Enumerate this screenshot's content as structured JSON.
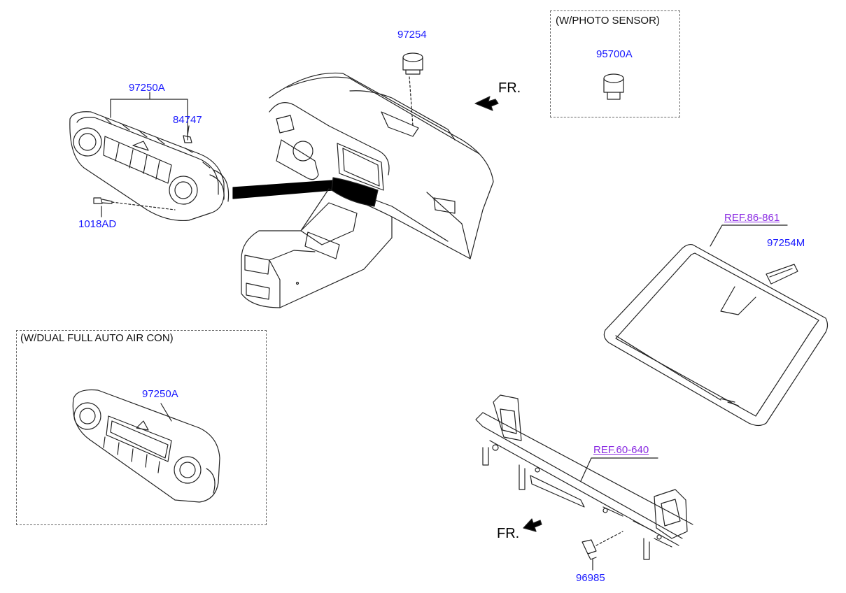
{
  "colors": {
    "part_label": "#1a1aff",
    "ref_label": "#8a2be2",
    "line": "#222222"
  },
  "boxes": {
    "photo_sensor_note": "(W/PHOTO SENSOR)",
    "dual_auto_note": "(W/DUAL FULL AUTO AIR CON)"
  },
  "direction": {
    "fr_top": "FR.",
    "fr_bottom": "FR."
  },
  "parts": {
    "p97250A_top": "97250A",
    "p84747": "84747",
    "p1018AD": "1018AD",
    "p97254": "97254",
    "p95700A": "95700A",
    "p97254M": "97254M",
    "p97250A_box": "97250A",
    "p96985": "96985"
  },
  "refs": {
    "windshield": "REF.86-861",
    "crossmember": "REF.60-640"
  }
}
